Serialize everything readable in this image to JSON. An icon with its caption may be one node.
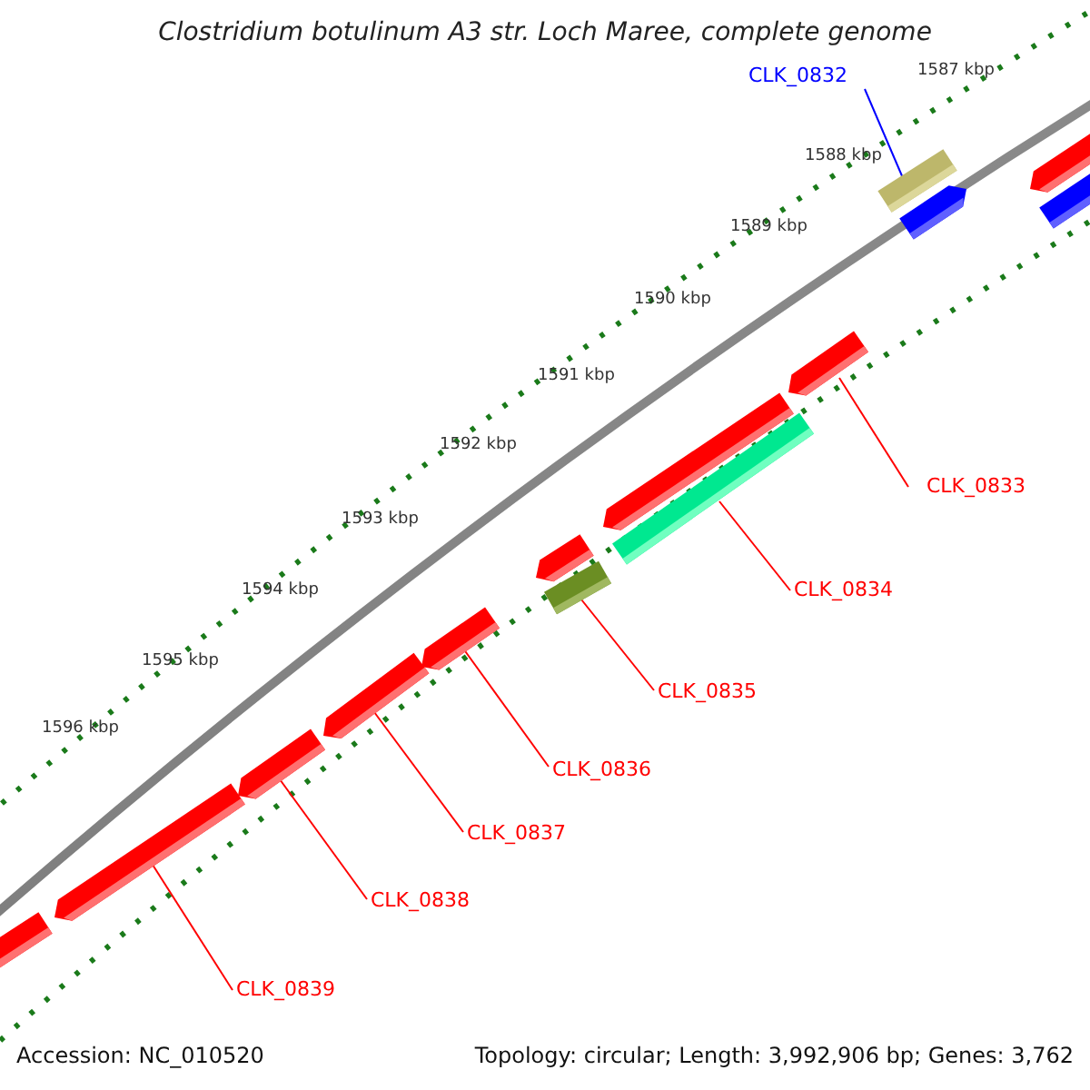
{
  "diagram": {
    "title": "Clostridium botulinum A3 str. Loch Maree, complete genome",
    "nodes": [
      {
        "text": [
          "CLK_0832"
        ]
      },
      {
        "text": [
          "CLK_0833"
        ]
      },
      {
        "text": [
          "CLK_0834"
        ]
      },
      {
        "text": [
          "CLK_0835"
        ]
      },
      {
        "text": [
          "CLK_0836"
        ]
      },
      {
        "text": [
          "CLK_0837"
        ]
      },
      {
        "text": [
          "CLK_0838"
        ]
      },
      {
        "text": [
          "CLK_0839"
        ]
      },
      {
        "text": [],
        "shape": "bar"
      },
      {
        "text": [],
        "shape": "arrow"
      },
      {
        "text": [],
        "shape": "bar"
      },
      {
        "text": [],
        "shape": "bar"
      },
      {
        "text": [],
        "shape": "arrow"
      },
      {
        "text": [],
        "shape": "arrow"
      },
      {
        "text": [],
        "shape": "arrow"
      },
      {
        "text": [],
        "shape": "arrow"
      },
      {
        "text": [],
        "shape": "arrow"
      },
      {
        "text": [],
        "shape": "arrow"
      },
      {
        "text": [],
        "shape": "arrow"
      },
      {
        "text": [],
        "shape": "arrow"
      },
      {
        "text": [],
        "shape": "arrow"
      },
      {
        "text": [],
        "shape": "arrow"
      }
    ],
    "edges": [
      {
        "from": 0,
        "to": 8,
        "arrow": "none",
        "color": "#0000ff"
      },
      {
        "from": 1,
        "to": 9,
        "arrow": "none"
      },
      {
        "from": 2,
        "to": 10,
        "arrow": "none"
      },
      {
        "from": 3,
        "to": 11,
        "arrow": "none"
      },
      {
        "from": 4,
        "to": 12,
        "arrow": "none"
      },
      {
        "from": 5,
        "to": 13,
        "arrow": "none"
      },
      {
        "from": 6,
        "to": 14,
        "arrow": "none"
      },
      {
        "from": 7,
        "to": 15,
        "arrow": "none"
      }
    ],
    "labels": [
      "1587 kbp",
      "1588 kbp",
      "1589 kbp",
      "1590 kbp",
      "1591 kbp",
      "1592 kbp",
      "1593 kbp",
      "1594 kbp",
      "1595 kbp",
      "1596 kbp",
      "Accession: NC_010520",
      "Topology: circular; Length: 3,992,906 bp; Genes: 3,762"
    ]
  }
}
